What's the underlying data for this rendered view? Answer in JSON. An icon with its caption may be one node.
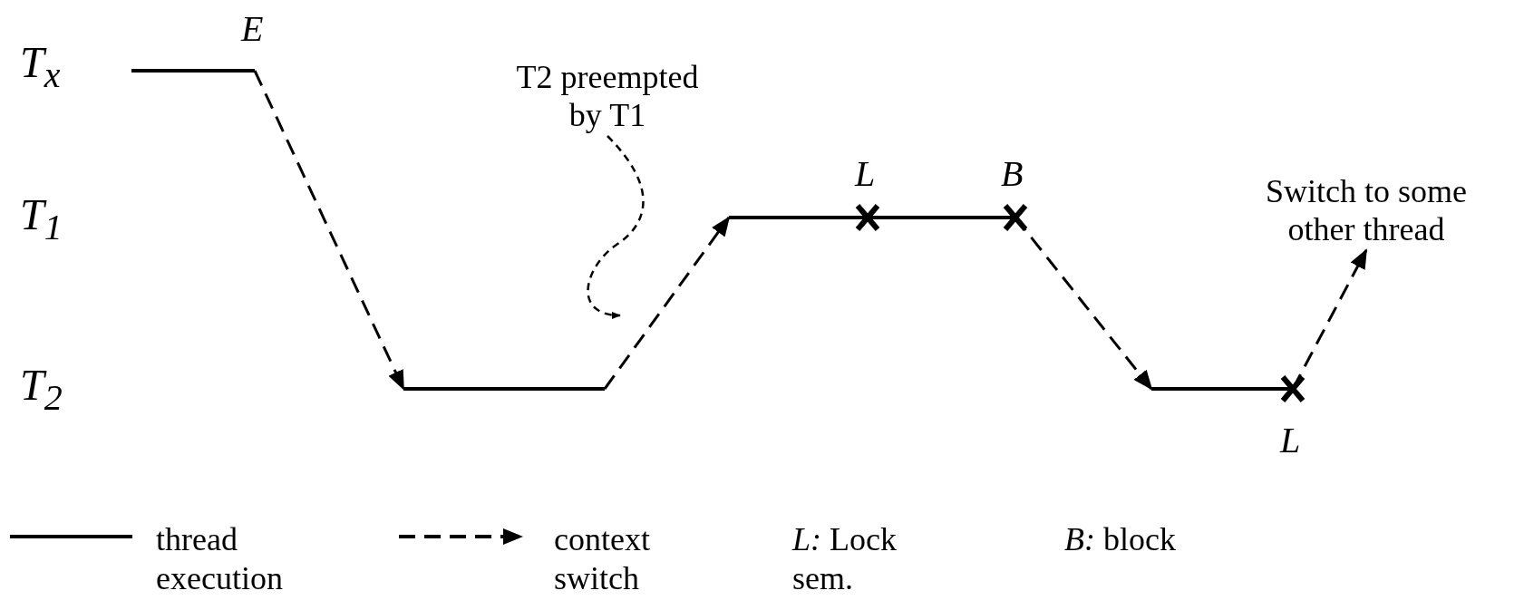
{
  "diagram": {
    "nodes": [
      {
        "text": [],
        "shape": "bar"
      },
      {
        "text": [],
        "shape": "bar"
      },
      {
        "text": [],
        "shape": "bar"
      },
      {
        "text": [],
        "shape": "bar"
      },
      {
        "text": [
          "Switch to some other thread"
        ]
      },
      {
        "text": [
          "T2 preempted by T1"
        ]
      }
    ],
    "edges": [
      {
        "from": 0,
        "to": 1,
        "arrow": "to",
        "style": "dashed"
      },
      {
        "from": 1,
        "to": 2,
        "arrow": "to",
        "style": "dashed"
      },
      {
        "from": 2,
        "to": 3,
        "arrow": "to",
        "style": "dashed"
      },
      {
        "from": 3,
        "to": 4,
        "arrow": "to",
        "style": "dashed"
      },
      {
        "from": 5,
        "to": null,
        "arrow": "to",
        "style": "dashed"
      }
    ],
    "labels": [
      "T$_{x}$",
      "E",
      "T$_{1}$",
      "L",
      "B",
      "T$_{2}$",
      "L",
      "*L:* Lock sem.",
      "*B:* block"
    ],
    "legend": [
      {
        "text": "thread execution"
      },
      {
        "text": "context switch"
      }
    ]
  }
}
